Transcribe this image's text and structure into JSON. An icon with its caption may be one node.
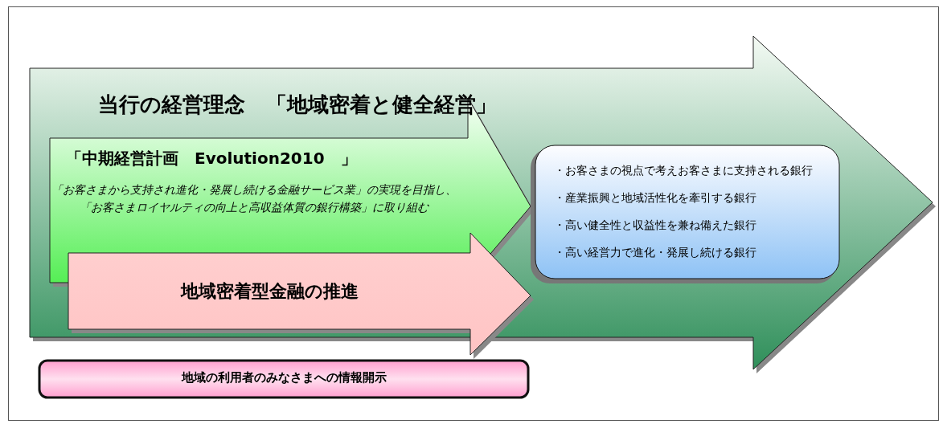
{
  "diagram": {
    "nodes": [
      {
        "text": [
          "当行の経営理念　「地域密着と健全経営」"
        ]
      },
      {
        "text": [
          "「中期経営計画　Evolution2010　」",
          "「お客さまから支持され進化・発展し続ける金融サービス業」の実現を目指し、「お客さまロイヤルティの向上と高収益体質の銀行構築」に取り組む"
        ],
        "in": 0
      },
      {
        "text": [
          "地域密着型金融の推進"
        ],
        "in": 0
      },
      {
        "text": [
          "・お客さまの視点で考えお客さまに支持される銀行",
          "・産業振興と地域活性化を牽引する銀行",
          "・高い健全性と収益性を兼ね備えた銀行",
          "・高い経営力で進化・発展し続ける銀行"
        ],
        "in": 0
      },
      {
        "text": [
          "地域の利用者のみなさまへの情報開示"
        ]
      }
    ]
  }
}
